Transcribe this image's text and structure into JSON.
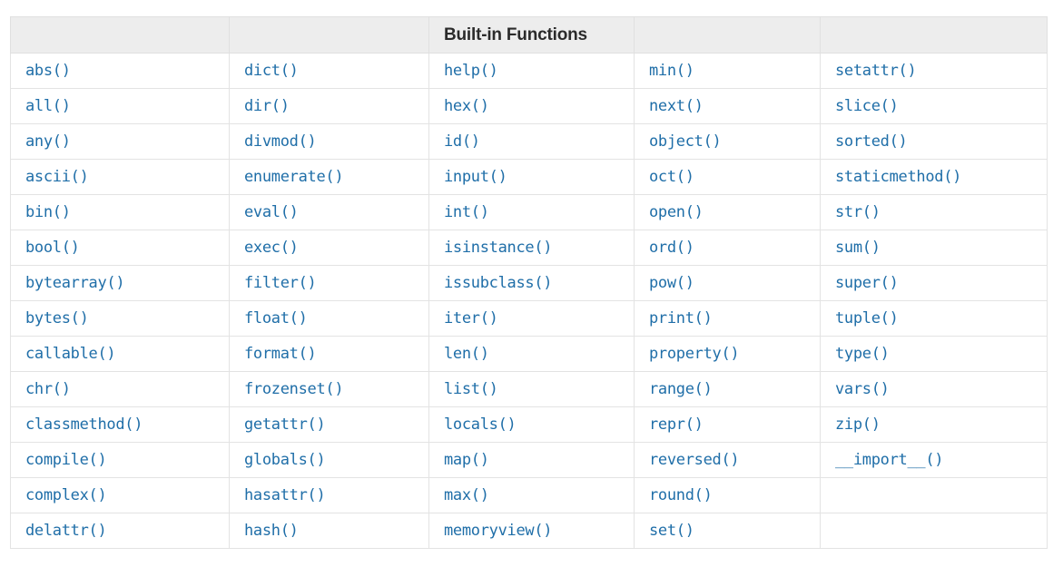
{
  "page": {
    "background_color": "#ffffff",
    "text_color": "#1f6ea8",
    "header_background_color": "#ededed",
    "header_text_color": "#2b2b2b",
    "border_color": "#e3e3e3"
  },
  "table": {
    "title": "Built-in Functions",
    "title_column_index": 2,
    "column_count": 5,
    "row_count": 14,
    "headers": [
      "",
      "",
      "Built-in Functions",
      "",
      ""
    ],
    "rows": [
      [
        "abs()",
        "dict()",
        "help()",
        "min()",
        "setattr()"
      ],
      [
        "all()",
        "dir()",
        "hex()",
        "next()",
        "slice()"
      ],
      [
        "any()",
        "divmod()",
        "id()",
        "object()",
        "sorted()"
      ],
      [
        "ascii()",
        "enumerate()",
        "input()",
        "oct()",
        "staticmethod()"
      ],
      [
        "bin()",
        "eval()",
        "int()",
        "open()",
        "str()"
      ],
      [
        "bool()",
        "exec()",
        "isinstance()",
        "ord()",
        "sum()"
      ],
      [
        "bytearray()",
        "filter()",
        "issubclass()",
        "pow()",
        "super()"
      ],
      [
        "bytes()",
        "float()",
        "iter()",
        "print()",
        "tuple()"
      ],
      [
        "callable()",
        "format()",
        "len()",
        "property()",
        "type()"
      ],
      [
        "chr()",
        "frozenset()",
        "list()",
        "range()",
        "vars()"
      ],
      [
        "classmethod()",
        "getattr()",
        "locals()",
        "repr()",
        "zip()"
      ],
      [
        "compile()",
        "globals()",
        "map()",
        "reversed()",
        "__import__()"
      ],
      [
        "complex()",
        "hasattr()",
        "max()",
        "round()",
        ""
      ],
      [
        "delattr()",
        "hash()",
        "memoryview()",
        "set()",
        ""
      ]
    ]
  }
}
